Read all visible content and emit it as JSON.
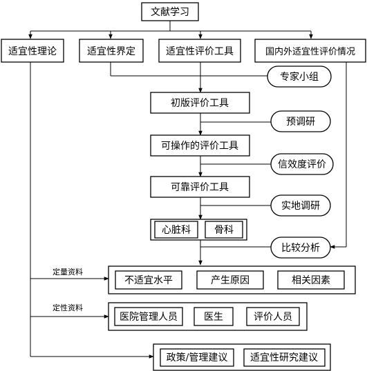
{
  "top": {
    "literature": "文献学习"
  },
  "row1": {
    "theory": "适宜性理论",
    "definition": "适宜性界定",
    "tool": "适宜性评价工具",
    "status": "国内外适宜性评价情况"
  },
  "process": {
    "first_draft_tool": "初版评价工具",
    "operable_tool": "可操作的评价工具",
    "reliable_tool": "可靠评价工具",
    "cardiology": "心脏科",
    "orthopedics": "骨科"
  },
  "side_steps": {
    "expert_panel": "专家小组",
    "pilot_study": "预调研",
    "reliability_validity": "信效度评价",
    "field_survey": "实地调研",
    "comparative_analysis": "比较分析"
  },
  "quantitative": {
    "label": "定量资料",
    "items": [
      "不适宜水平",
      "产生原因",
      "相关因素"
    ]
  },
  "qualitative": {
    "label": "定性资料",
    "items": [
      "医院管理人员",
      "医生",
      "评价人员"
    ]
  },
  "outputs": {
    "policy": "政策/管理建议",
    "research": "适宜性研究建议"
  }
}
